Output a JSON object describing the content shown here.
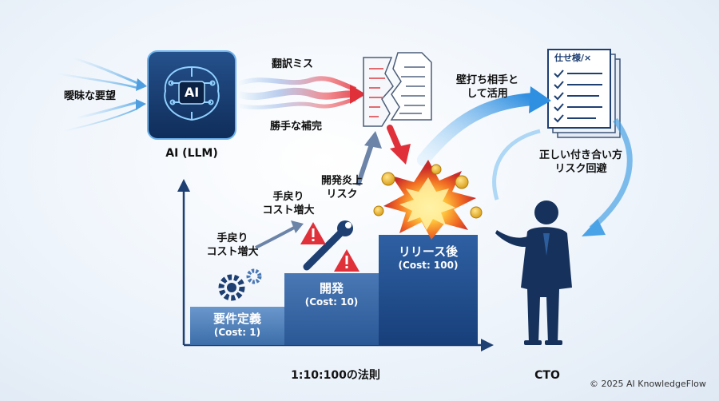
{
  "left": {
    "vague_request": "曖昧な要望"
  },
  "ai": {
    "chip_text": "AI",
    "caption": "AI (LLM)"
  },
  "flow": {
    "translation_error": "翻訳ミス",
    "arbitrary_completion": "勝手な補完"
  },
  "spec": {
    "doc_title": "仕せ様/×",
    "usage_line1": "壁打ち相手と",
    "usage_line2": "して活用",
    "proper_line1": "正しい付き合い方",
    "proper_line2": "リスク回避"
  },
  "chart": {
    "rule_label": "1:10:100の法則",
    "risk_small_line1": "手戻り",
    "risk_small_line2": "コスト増大",
    "risk_mid_line1": "手戻り",
    "risk_mid_line2": "コスト増大",
    "risk_top_line1": "開発炎上",
    "risk_top_line2": "リスク"
  },
  "chart_data": {
    "type": "bar",
    "categories": [
      "要件定義",
      "開発",
      "リリース後"
    ],
    "series": [
      {
        "values": [
          1,
          10,
          100
        ]
      }
    ],
    "cost_labels": [
      "(Cost: 1)",
      "(Cost: 10)",
      "(Cost: 100)"
    ],
    "title": "1:10:100の法則"
  },
  "person": {
    "caption": "CTO"
  },
  "footer": {
    "copyright": "© 2025 AI KnowledgeFlow"
  },
  "colors": {
    "navy": "#1d3f72",
    "step_low": "#4f7fb8",
    "step_mid": "#2f5f99",
    "step_high": "#1f4a86",
    "accent_red": "#e0303a",
    "arrow_blue": "#4aa3e6"
  }
}
